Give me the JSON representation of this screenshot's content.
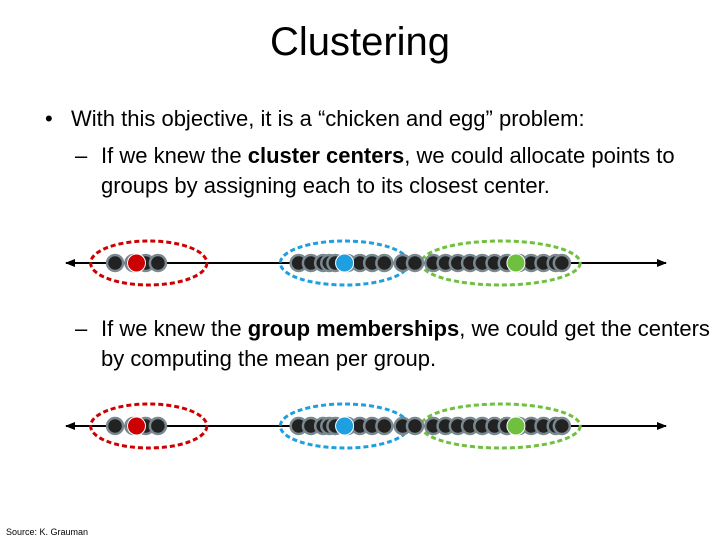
{
  "slide": {
    "title": "Clustering",
    "bullet": {
      "mark": "•",
      "text": "With this objective, it is a “chicken and egg” problem:"
    },
    "sub1": {
      "mark": "–",
      "before": "If we knew the ",
      "bold": "cluster centers",
      "after": ", we could allocate points to groups by assigning each to its closest center."
    },
    "sub2": {
      "mark": "–",
      "before": "If we knew the ",
      "bold": "group memberships",
      "after": ", we could get the centers by computing the mean per group."
    },
    "source": "Source: K. Grauman"
  },
  "colors": {
    "cluster1": "#cc0000",
    "cluster2": "#1e9fe0",
    "cluster3": "#70c040",
    "point_fill": "#222222",
    "point_stroke": "#7a8890",
    "axis": "#000000"
  },
  "diagram": {
    "points": [
      0.09,
      0.12,
      0.14,
      0.16,
      0.39,
      0.41,
      0.43,
      0.44,
      0.45,
      0.47,
      0.49,
      0.51,
      0.53,
      0.56,
      0.58,
      0.61,
      0.63,
      0.65,
      0.67,
      0.69,
      0.71,
      0.73,
      0.75,
      0.77,
      0.79,
      0.81,
      0.82
    ],
    "centers": [
      {
        "name": "red",
        "value": 0.125
      },
      {
        "name": "blue",
        "value": 0.465
      },
      {
        "name": "green",
        "value": 0.745
      }
    ],
    "clusters": [
      {
        "name": "red",
        "from": 0.05,
        "to": 0.24
      },
      {
        "name": "blue",
        "from": 0.36,
        "to": 0.57
      },
      {
        "name": "green",
        "from": 0.59,
        "to": 0.85
      }
    ]
  }
}
